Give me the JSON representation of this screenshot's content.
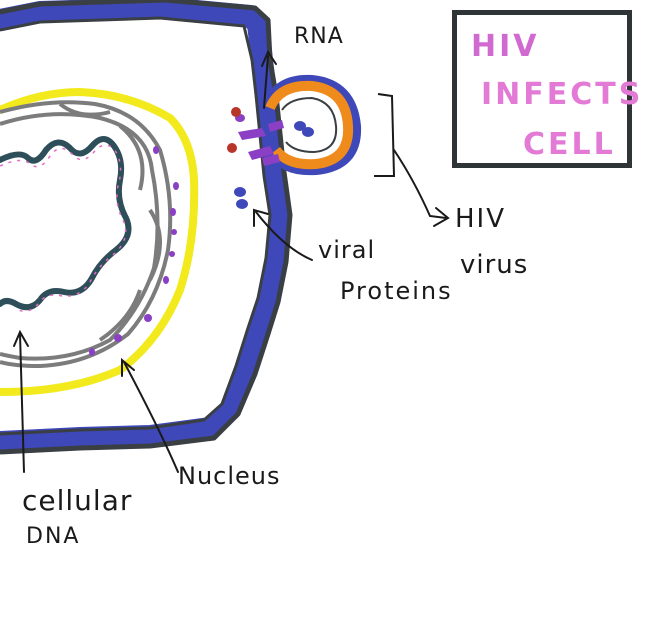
{
  "title_box": {
    "lines": [
      "HIV",
      "INFECTS",
      "CELL"
    ]
  },
  "labels": {
    "rna": "RNA",
    "viral": "viral",
    "proteins": "Proteins",
    "hiv": "HIV",
    "virus": "virus",
    "nucleus": "Nucleus",
    "cellular": "cellular",
    "dna": "DNA"
  },
  "colors": {
    "cell_membrane": "#3f48b8",
    "membrane_outline": "#3a3f44",
    "nuclear_envelope": "#f2ea1c",
    "nucleus_inner": "#7c7c7c",
    "dna_strand": "#2e4f5a",
    "dna_accent": "#e36bc6",
    "virus_capsid": "#ef8a1c",
    "virus_outline": "#3f48b8",
    "viral_protein": "#8a3fc4",
    "rna_dot": "#b8352a",
    "title_text": "#e27ad6"
  }
}
